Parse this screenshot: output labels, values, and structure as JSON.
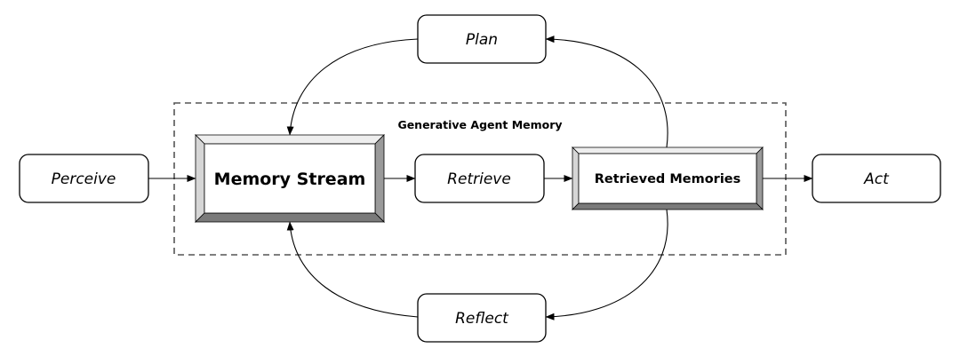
{
  "diagram": {
    "region_title": "Generative Agent Memory",
    "nodes": {
      "perceive": "Perceive",
      "memory_stream": "Memory Stream",
      "retrieve": "Retrieve",
      "retrieved_memories": "Retrieved Memories",
      "act": "Act",
      "plan": "Plan",
      "reflect": "Reflect"
    }
  }
}
